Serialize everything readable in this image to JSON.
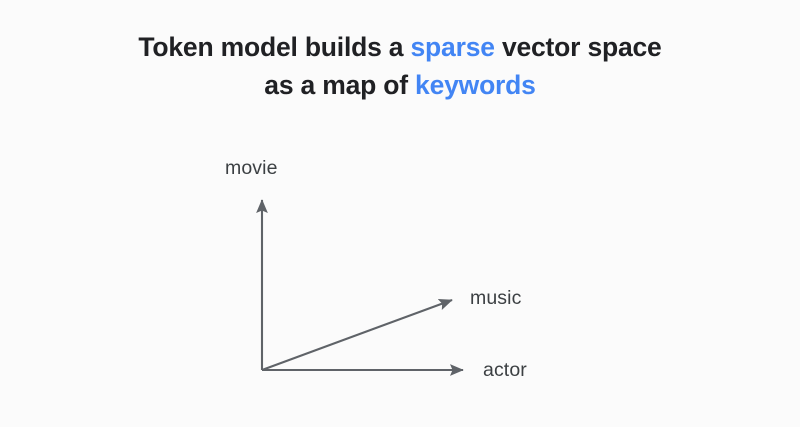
{
  "slide": {
    "background_color": "#fbfbfb",
    "accent_color": "#4285f4",
    "title_color": "#202124",
    "axis_color": "#5f6368",
    "label_color": "#3c4043",
    "title": {
      "line1_part1": "Token model builds a ",
      "line1_accent": "sparse",
      "line1_part2": " vector space",
      "line2_part1": "as a map of ",
      "line2_accent": "keywords"
    },
    "diagram": {
      "origin_label": "",
      "axes": [
        {
          "name": "vertical-axis",
          "label": "movie",
          "from": [
            262,
            370
          ],
          "to": [
            262,
            193
          ]
        },
        {
          "name": "diagonal-axis",
          "label": "music",
          "from": [
            262,
            370
          ],
          "to": [
            458,
            297
          ]
        },
        {
          "name": "horizontal-axis",
          "label": "actor",
          "from": [
            262,
            370
          ],
          "to": [
            470,
            370
          ]
        }
      ],
      "label_movie": "movie",
      "label_music": "music",
      "label_actor": "actor"
    }
  }
}
